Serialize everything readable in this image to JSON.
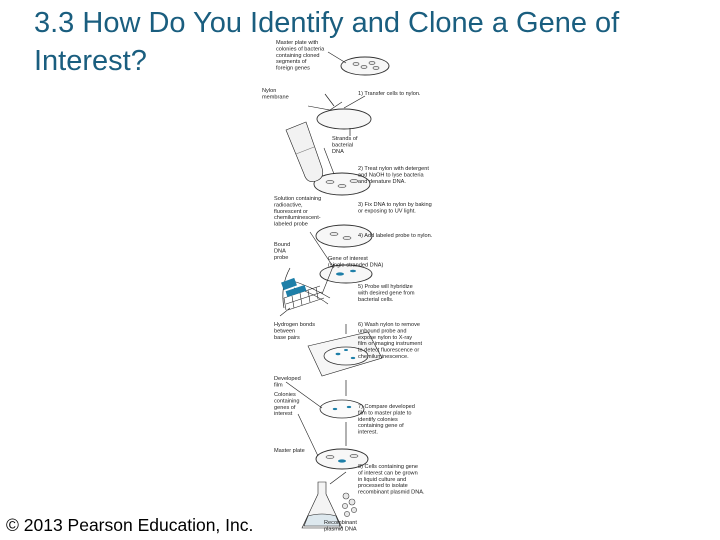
{
  "slide": {
    "title": "3.3  How Do You Identify and Clone a Gene of Interest?",
    "copyright": "© 2013 Pearson Education, Inc."
  },
  "colors": {
    "title": "#1a5e7f",
    "probe_accent": "#1e7fa8",
    "line": "#222222"
  },
  "figure": {
    "labels": {
      "master_plate": [
        "Master plate with",
        "colonies of bacteria",
        "containing cloned",
        "segments of",
        "foreign genes"
      ],
      "nylon_membrane": [
        "Nylon",
        "membrane"
      ],
      "strands_dna": [
        "Strands of",
        "bacterial",
        "DNA"
      ],
      "solution": [
        "Solution containing",
        "radioactive,",
        "fluorescent or",
        "chemiluminescent-",
        "labeled probe"
      ],
      "bound_probe": [
        "Bound",
        "DNA",
        "probe"
      ],
      "gene_of_interest": [
        "Gene of interest",
        "(single-stranded DNA)"
      ],
      "hydrogen_bonds": [
        "Hydrogen bonds",
        "between",
        "base pairs"
      ],
      "developed_film": [
        "Developed",
        "film"
      ],
      "colonies_genes": [
        "Colonies",
        "containing",
        "genes of",
        "interest"
      ],
      "master_plate_2": [
        "Master plate"
      ],
      "recombinant": [
        "Recombinant",
        "plasmid DNA"
      ]
    },
    "steps": [
      [
        "1) Transfer cells to nylon."
      ],
      [
        "2) Treat nylon with detergent",
        "and NaOH to lyse bacteria",
        "and denature DNA."
      ],
      [
        "3) Fix DNA to nylon by baking",
        "or exposing to UV light."
      ],
      [
        "4) Add labeled probe to nylon."
      ],
      [
        "5) Probe will hybridize",
        "with desired gene from",
        "bacterial cells."
      ],
      [
        "6) Wash nylon to remove",
        "unbound probe and",
        "expose nylon to X-ray",
        "film or imaging instrument",
        "to detect fluorescence or",
        "chemiluminescence."
      ],
      [
        "7) Compare developed",
        "film to master plate to",
        "identify colonies",
        "containing gene of",
        "interest."
      ],
      [
        "8) Cells containing gene",
        "of interest can be grown",
        "in liquid culture and",
        "processed to isolate",
        "recombinant plasmid DNA."
      ]
    ]
  }
}
